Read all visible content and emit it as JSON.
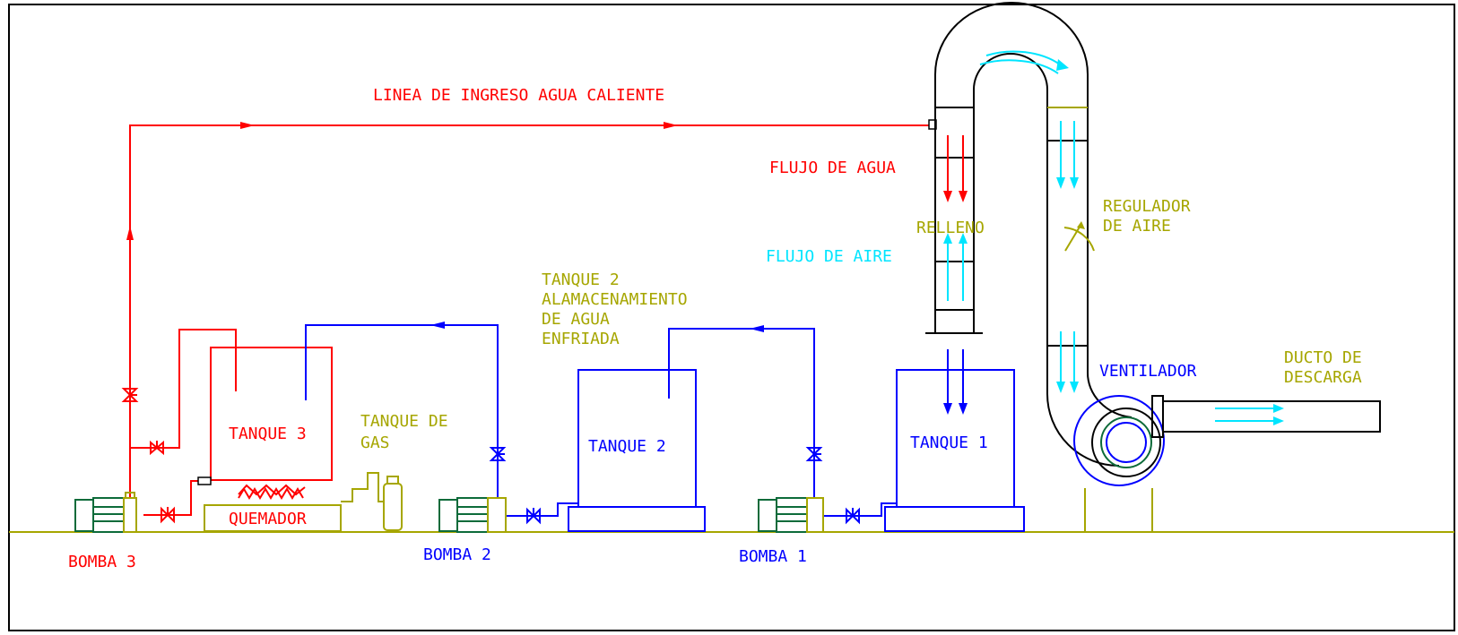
{
  "labels": {
    "hot_water_line": "LINEA DE INGRESO AGUA CALIENTE",
    "water_flow": "FLUJO DE AGUA",
    "fill": "RELLENO",
    "air_flow": "FLUJO DE AIRE",
    "air_regulator_1": "REGULADOR",
    "air_regulator_2": "DE AIRE",
    "tank2_note_1": "TANQUE 2",
    "tank2_note_2": "ALAMACENAMIENTO",
    "tank2_note_3": "DE AGUA",
    "tank2_note_4": "ENFRIADA",
    "fan": "VENTILADOR",
    "discharge_1": "DUCTO DE",
    "discharge_2": "DESCARGA",
    "gas_tank_1": "TANQUE DE",
    "gas_tank_2": "GAS",
    "tank3": "TANQUE 3",
    "tank2": "TANQUE 2",
    "tank1": "TANQUE 1",
    "burner": "QUEMADOR",
    "pump3": "BOMBA 3",
    "pump2": "BOMBA 2",
    "pump1": "BOMBA 1"
  },
  "colors": {
    "hot_water": "#ff0000",
    "cold_water": "#0000ff",
    "air": "#00e5ff",
    "equipment_note": "#a6a600",
    "outline": "#000000",
    "motor": "#0d6b3a"
  }
}
